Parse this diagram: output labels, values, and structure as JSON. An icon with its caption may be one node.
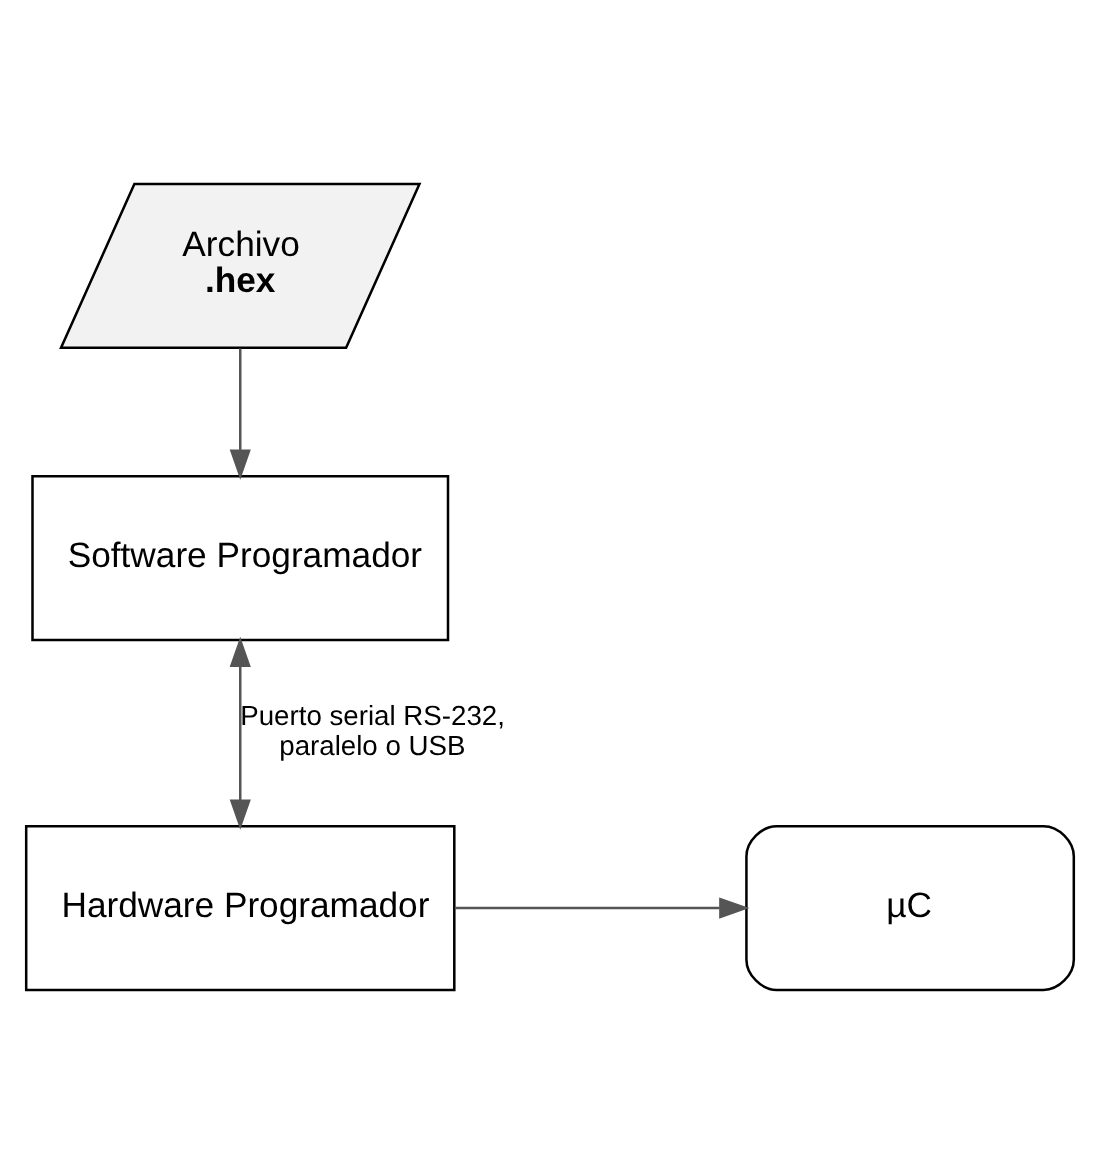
{
  "diagram": {
    "nodes": [
      {
        "text": [
          "Archivo",
          ".hex"
        ]
      },
      {
        "text": [
          "Software Programador"
        ]
      },
      {
        "text": [
          "Hardware Programador"
        ]
      },
      {
        "text": [
          "µC"
        ]
      }
    ],
    "edges": [
      {
        "from": 0,
        "to": 1,
        "arrow": "to"
      },
      {
        "from": 1,
        "to": 2,
        "arrow": "both",
        "label": "Puerto serial RS-232, paralelo o USB"
      },
      {
        "from": 2,
        "to": 3,
        "arrow": "to"
      }
    ]
  }
}
